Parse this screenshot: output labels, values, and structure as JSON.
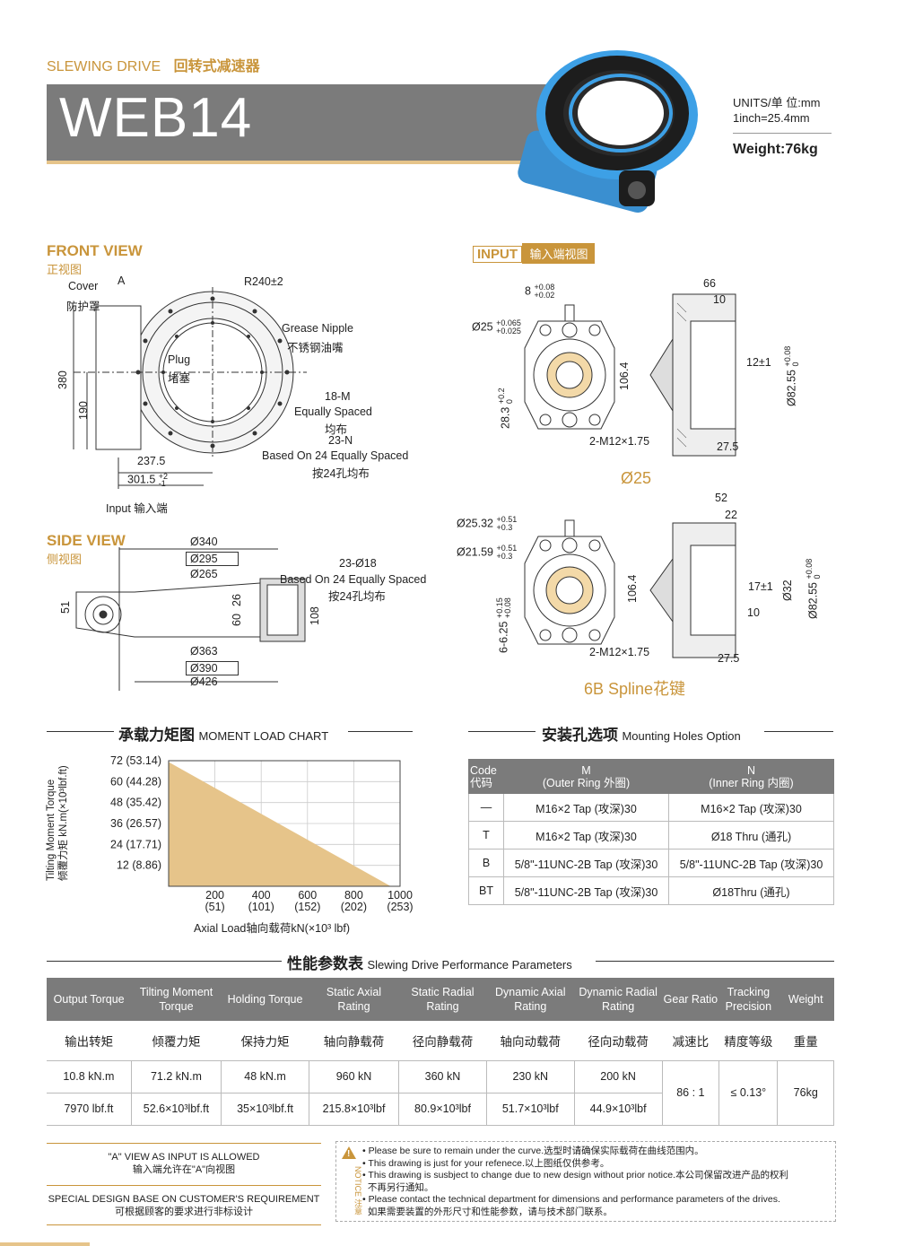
{
  "header": {
    "series_en": "SLEWING DRIVE",
    "series_cn": "回转式减速器",
    "model": "WEB14",
    "units": "UNITS/单  位:mm",
    "inch": "1inch=25.4mm",
    "weight": "Weight:76kg"
  },
  "front_view": {
    "title_en": "FRONT VIEW",
    "title_cn": "正视图",
    "labels": {
      "cover_en": "Cover",
      "cover_cn": "防护罩",
      "a": "A",
      "r": "R240±2",
      "grease_en": "Grease Nipple",
      "grease_cn": "不锈钢油嘴",
      "plug_en": "Plug",
      "plug_cn": "堵塞",
      "h380": "380",
      "h190": "190",
      "m18": "18-M",
      "eq_en": "Equally Spaced",
      "eq_cn": "均布",
      "n23": "23-N",
      "based_en": "Based On 24 Equally Spaced",
      "based_cn": "按24孔均布",
      "d237": "237.5",
      "d301": "301.5",
      "d301_up": "+2",
      "d301_dn": "-1",
      "input": "Input  输入端"
    }
  },
  "input_view": {
    "tag": "INPUT",
    "title_cn": "输入端视图",
    "a": {
      "d8": "8",
      "d8_up": "+0.08",
      "d8_dn": "+0.02",
      "d25": "Ø25",
      "d25_up": "+0.065",
      "d25_dn": "+0.025",
      "d28": "28.3",
      "d28_up": "+0.2",
      "d28_dn": "0",
      "d106": "106.4",
      "m12": "2-M12×1.75",
      "d66": "66",
      "d10": "10",
      "d12": "12±1",
      "d82": "Ø82.55",
      "d82_up": "+0.08",
      "d82_dn": "0",
      "d27": "27.5",
      "caption": "Ø25"
    },
    "b": {
      "d2532": "Ø25.32",
      "d2532_up": "+0.51",
      "d2532_dn": "+0.3",
      "d2159": "Ø21.59",
      "d2159_up": "+0.51",
      "d2159_dn": "+0.3",
      "d625": "6-6.25",
      "d625_up": "+0.15",
      "d625_dn": "+0.08",
      "d106": "106.4",
      "m12": "2-M12×1.75",
      "d52": "52",
      "d22": "22",
      "d17": "17±1",
      "d32": "Ø32",
      "d10": "10",
      "d82": "Ø82.55",
      "d82_up": "+0.08",
      "d82_dn": "0",
      "d27": "27.5",
      "caption": "6B Spline花键"
    }
  },
  "side_view": {
    "title_en": "SIDE VIEW",
    "title_cn": "侧视图",
    "labels": {
      "d340": "Ø340",
      "d295": "Ø295",
      "d265": "Ø265",
      "n23": "23-Ø18",
      "based_en": "Based On 24 Equally Spaced",
      "based_cn": "按24孔均布",
      "h51": "51",
      "h60": "60",
      "h26": "26",
      "h108": "108",
      "d363": "Ø363",
      "d390": "Ø390",
      "d426": "Ø426"
    }
  },
  "moment_chart": {
    "title_cn": "承载力矩图",
    "title_en": "MOMENT LOAD CHART",
    "ylabel_en": "Tilting Moment Torque",
    "ylabel_cn": "倾覆力矩 kN.m(×10³lbf.ft)",
    "xlabel": "Axial Load轴向载荷kN(×10³ lbf)"
  },
  "chart_data": {
    "type": "area",
    "title": "MOMENT LOAD CHART",
    "xlabel": "Axial Load轴向载荷kN(×10³ lbf)",
    "ylabel": "Tilting Moment Torque 倾覆力矩 kN.m(×10³lbf.ft)",
    "xlim": [
      0,
      1000
    ],
    "ylim": [
      0,
      72
    ],
    "x_ticks": [
      {
        "v": 200,
        "l1": "200",
        "l2": "(51)"
      },
      {
        "v": 400,
        "l1": "400",
        "l2": "(101)"
      },
      {
        "v": 600,
        "l1": "600",
        "l2": "(152)"
      },
      {
        "v": 800,
        "l1": "800",
        "l2": "(202)"
      },
      {
        "v": 1000,
        "l1": "1000",
        "l2": "(253)"
      }
    ],
    "y_ticks": [
      {
        "v": 72,
        "l": "72 (53.14)"
      },
      {
        "v": 60,
        "l": "60 (44.28)"
      },
      {
        "v": 48,
        "l": "48 (35.42)"
      },
      {
        "v": 36,
        "l": "36 (26.57)"
      },
      {
        "v": 24,
        "l": "24 (17.71)"
      },
      {
        "v": 12,
        "l": "12  (8.86)"
      }
    ],
    "series": [
      {
        "x": [
          0,
          960
        ],
        "y": [
          71.2,
          0
        ]
      }
    ],
    "grid": true,
    "fill_color": "#e6c48a"
  },
  "mounting": {
    "title_cn": "安装孔选项",
    "title_en": "Mounting Holes Option",
    "headers": {
      "code_en": "Code",
      "code_cn": "代码",
      "m": "M",
      "m_sub": "(Outer Ring 外圈)",
      "n": "N",
      "n_sub": "(Inner Ring 内圈)"
    },
    "rows": [
      {
        "code": "—",
        "m": "M16×2 Tap (攻深)30",
        "n": "M16×2 Tap (攻深)30"
      },
      {
        "code": "T",
        "m": "M16×2 Tap (攻深)30",
        "n": "Ø18 Thru (通孔)"
      },
      {
        "code": "B",
        "m": "5/8\"-11UNC-2B Tap (攻深)30",
        "n": "5/8\"-11UNC-2B Tap (攻深)30"
      },
      {
        "code": "BT",
        "m": "5/8\"-11UNC-2B Tap (攻深)30",
        "n": "Ø18Thru (通孔)"
      }
    ]
  },
  "performance": {
    "title_cn": "性能参数表",
    "title_en": "Slewing Drive Performance Parameters",
    "headers_en": [
      "Output Torque",
      "Tilting Moment Torque",
      "Holding Torque",
      "Static Axial Rating",
      "Static Radial Rating",
      "Dynamic Axial Rating",
      "Dynamic Radial Rating",
      "Gear Ratio",
      "Tracking Precision",
      "Weight"
    ],
    "headers_cn": [
      "输出转矩",
      "倾覆力矩",
      "保持力矩",
      "轴向静载荷",
      "径向静载荷",
      "轴向动载荷",
      "径向动载荷",
      "减速比",
      "精度等级",
      "重量"
    ],
    "row_metric": [
      "10.8 kN.m",
      "71.2 kN.m",
      "48 kN.m",
      "960 kN",
      "360 kN",
      "230 kN",
      "200 kN"
    ],
    "row_imperial": [
      "7970 lbf.ft",
      "52.6×10³lbf.ft",
      "35×10³lbf.ft",
      "215.8×10³lbf",
      "80.9×10³lbf",
      "51.7×10³lbf",
      "44.9×10³lbf"
    ],
    "gear_ratio": "86 : 1",
    "precision": "≤ 0.13°",
    "weight": "76kg"
  },
  "footer": {
    "a_view_en": "\"A\" VIEW AS INPUT IS ALLOWED",
    "a_view_cn": "输入端允许在\"A\"向视图",
    "special_en": "SPECIAL DESIGN BASE ON CUSTOMER'S REQUIREMENT",
    "special_cn": "可根据顾客的要求进行非标设计",
    "notice_label": "NOTICE 注意",
    "notices": [
      "Please be sure to remain under the curve.选型时请确保实际载荷在曲线范围内。",
      "This drawing is just for your refenece.以上图纸仅供参考。",
      "This drawing is susbject to change due to new design without prior notice.本公司保留改进产品的权利",
      "不再另行通知。",
      "Please contact the technical department for dimensions and performance parameters of the drives.",
      "如果需要装置的外形尺寸和性能参数，请与技术部门联系。"
    ]
  }
}
